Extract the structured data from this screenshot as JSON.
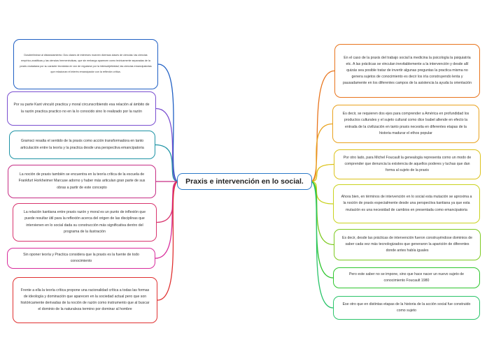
{
  "central_topic": "Praxis e intervención en lo social.",
  "left_branches": [
    {
      "color": "#1f5fc4",
      "text": "Dosdeeliminar al distanciamiento: Dos clases de intereses mueven diversas clases de ciencias: las ciencias empírico-analíticas y las ciencias hermenéuticas, que sin embargo aparecen como teóricamente separadas de la praxis ciudadana por su carácter tecnicista en vez de regularse por la intersubjetividad; las ciencias emancipatorias que relacionan el interés emancipador con la reflexión crítica."
    },
    {
      "color": "#7a4fd0",
      "text": "Por su parte Kant vinculó practica y moral circunscribiendo esa relación al ámbito de la razón practica practico no en la lo conocido sino lo realizado por la razón"
    },
    {
      "color": "#1d93a5",
      "text": "Gramsci resalta el sentido de la praxis como acción transformadora en tanto articulación entre la teoría y la practica desde una perspectiva emancipatoria"
    },
    {
      "color": "#c62c84",
      "text": "La noción de praxis también se encuentra en la teoría crítica de la escuela de Frankfurt Horkheimer Marcuse adorno y haber más articulan gran parte de sus obras a partir de este concepto"
    },
    {
      "color": "#d8346e",
      "text": "La relación kantiana entre praxis razón y moral es un punto de inflexión que puede resultar útil para la reflexión acerca del origen de las disciplinas que intervienen en lo social dada su construcción más significativa dentro del programa de la ilustración"
    },
    {
      "color": "#d82c9c",
      "text": "Sin oponer teoría y Practica considera que la praxis es la fuente de todo conocimiento"
    },
    {
      "color": "#e03030",
      "text": "Frente a ella la teoría crítica propone una racionalidad crítica a todas las formas de ideología y dominación que aparecen en la sociedad actual pero que son históricamente derivadas de la noción de razón como instrumento que al buscar el dominio de la naturaleza termino por dominar al hombre"
    }
  ],
  "right_branches": [
    {
      "color": "#e8741c",
      "text": "En el caso de la praxis del trabajo social la medicina la psicología la psiquiatría etc. A las prácticas se vinculan inevitablemente a la intervención y desde allí quizás sea posible tratar de invertir algunas preguntas la practica misma no genera sujetos de conocimiento es decir los iría construyendo lenta y pausadamente en los diferentes campos de la asistencia la ayuda la orientación"
    },
    {
      "color": "#e9a21e",
      "text": "Es decir, se requieren dos ejes para comprender a América en profundidad los productos culturales y el sujeto cultural como dice Isabel allende en efecto la entrada de la civilización en tanto praxis necesita en diferentes etapas de la historia madurar el ethos popular"
    },
    {
      "color": "#dcc21a",
      "text": "Por otro lado, para Michel Foucault la genealogía representa como un modo de comprender que denuncia la existencia de aquellos poderes y luchas que dan forma al sujeto de la praxis"
    },
    {
      "color": "#c9d21e",
      "text": "Ahora bien, en términos de intervención en lo social esta mutación se aproxima a la noción de praxis especialmente desde una perspectiva kantiana ya que esta mutación es una necesidad de cambios en presentada como emancipatoria"
    },
    {
      "color": "#7cc91e",
      "text": "Es decir, desde las prácticas de intervención fueron construyéndose dominios de saber cada vez más tecnologizados que generaron la aparición de diferentes donde antes había iguales"
    },
    {
      "color": "#2ec62e",
      "text": "Pero este saber no se impone, sino que hace nacer un nuevo sujeto de conocimiento Foucault 1980"
    },
    {
      "color": "#2ac46a",
      "text": "Ese otro que en distintas etapas de la historia de la acción social fue construido como sujeto"
    }
  ]
}
